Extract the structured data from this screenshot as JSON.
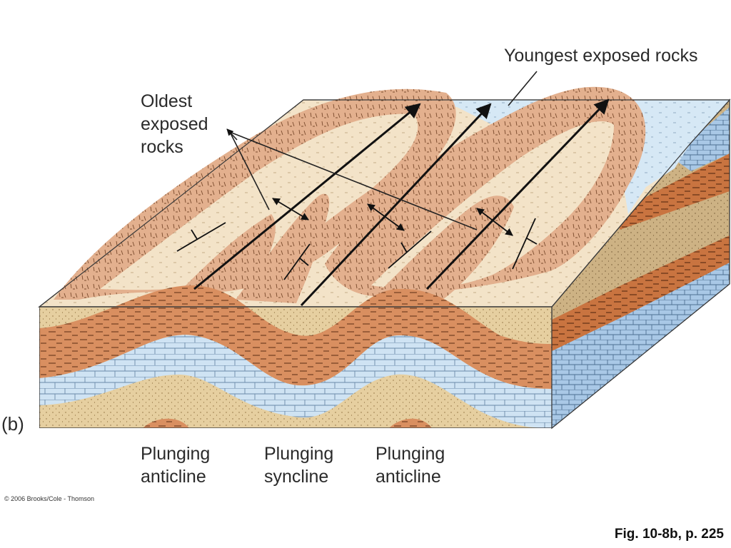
{
  "labels": {
    "youngest": "Youngest exposed rocks",
    "oldest": "Oldest\nexposed\nrocks",
    "panel": "(b)",
    "fold_1": "Plunging\nanticline",
    "fold_2": "Plunging\nsyncline",
    "fold_3": "Plunging\nanticline"
  },
  "copyright": "© 2006 Brooks/Cole - Thomson",
  "figure_ref": "Fig. 10-8b, p. 225",
  "colors": {
    "sandstone": "#e6cfa0",
    "shale": "#d98f60",
    "limestone": "#cfe3f3",
    "surface_pale": "#f3e3c8",
    "surface_brown": "#e3b08e",
    "outline": "#3a3a3a",
    "arrow": "#111111"
  }
}
